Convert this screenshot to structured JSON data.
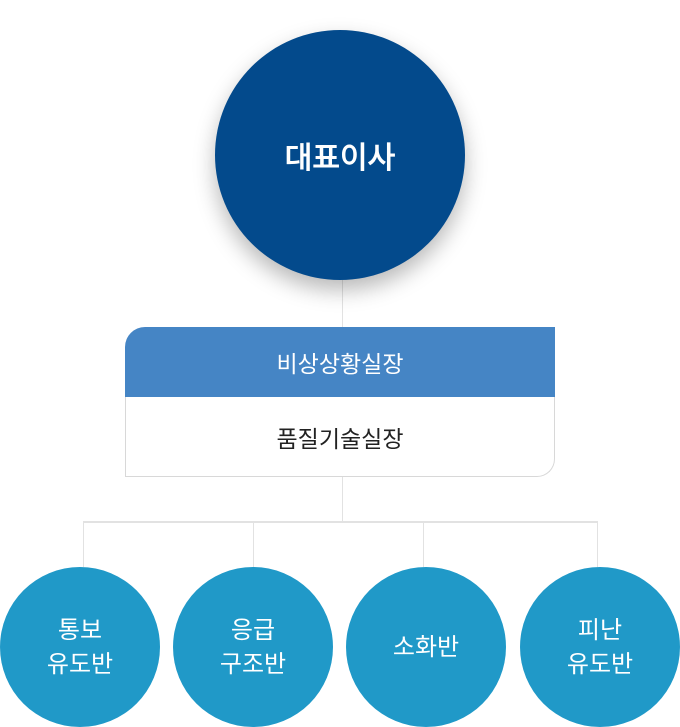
{
  "ceo": {
    "label": "대표이사"
  },
  "office": {
    "header": "비상상황실장",
    "sub": "품질기술실장"
  },
  "teams": [
    {
      "line1": "통보",
      "line2": "유도반"
    },
    {
      "line1": "응급",
      "line2": "구조반"
    },
    {
      "line1": "소화반",
      "line2": ""
    },
    {
      "line1": "피난",
      "line2": "유도반"
    }
  ],
  "colors": {
    "ceo": "#034a8c",
    "header": "#4585c5",
    "team": "#2099c8"
  }
}
